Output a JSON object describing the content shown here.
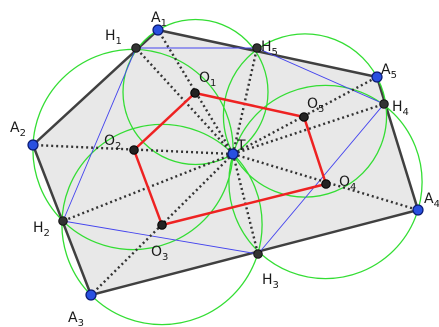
{
  "diagram": {
    "colors": {
      "background": "#ffffff",
      "polygon_fill": "#e8e8e8",
      "polygon_edge": "#404040",
      "circles": "#33dd33",
      "inner_lines": "#4444ee",
      "dotted_lines": "#333333",
      "red_polygon": "#ee2222",
      "vertex_points": "#2850e0",
      "center_points": "#222222"
    },
    "vertices": [
      {
        "id": "A1",
        "letter": "A",
        "index": "1"
      },
      {
        "id": "A2",
        "letter": "A",
        "index": "2"
      },
      {
        "id": "A3",
        "letter": "A",
        "index": "3"
      },
      {
        "id": "A4",
        "letter": "A",
        "index": "4"
      },
      {
        "id": "A5",
        "letter": "A",
        "index": "5"
      }
    ],
    "feet": [
      {
        "id": "H1",
        "letter": "H",
        "index": "1"
      },
      {
        "id": "H2",
        "letter": "H",
        "index": "2"
      },
      {
        "id": "H3",
        "letter": "H",
        "index": "3"
      },
      {
        "id": "H4",
        "letter": "H",
        "index": "4"
      },
      {
        "id": "H5",
        "letter": "H",
        "index": "5"
      }
    ],
    "centers": [
      {
        "id": "O1",
        "letter": "O",
        "index": "1"
      },
      {
        "id": "O2",
        "letter": "O",
        "index": "2"
      },
      {
        "id": "O3",
        "letter": "O",
        "index": "3"
      },
      {
        "id": "O4",
        "letter": "O",
        "index": "4"
      },
      {
        "id": "O5",
        "letter": "O",
        "index": "5"
      }
    ],
    "point_t": {
      "id": "T",
      "letter": "T"
    }
  }
}
